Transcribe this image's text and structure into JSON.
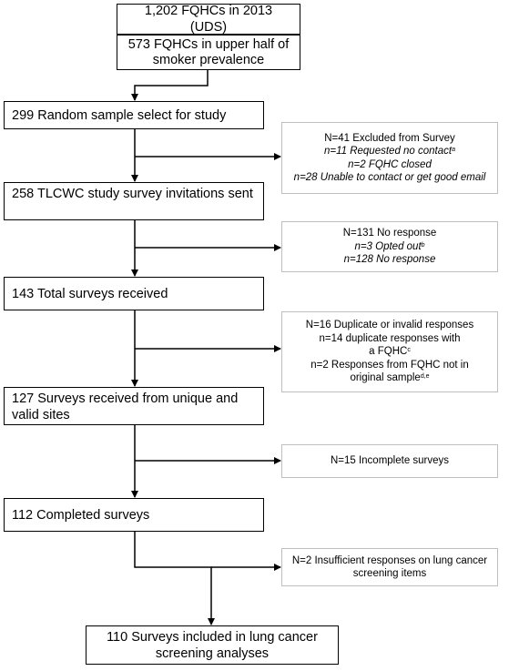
{
  "flow": {
    "b1": "1,202 FQHCs in 2013 (UDS)",
    "b2": "573 FQHCs in upper half of smoker prevalence",
    "b3": "299 Random sample select for study",
    "b4": "258 TLCWC study survey invitations sent",
    "b5": "143 Total surveys received",
    "b6": "127 Surveys received from unique and valid sites",
    "b7": "112 Completed surveys",
    "b8": "110 Surveys included in lung cancer screening analyses"
  },
  "exclusions": {
    "e1": {
      "head": "N=41 Excluded from Survey",
      "l1": "n=11 Requested no contact",
      "l1_sup": "a",
      "l2": "n=2 FQHC closed",
      "l3": "n=28 Unable to contact or get good email"
    },
    "e2": {
      "head": "N=131 No response",
      "l1": "n=3 Opted out",
      "l1_sup": "b",
      "l2": "n=128 No response"
    },
    "e3": {
      "head": "N=16 Duplicate or invalid responses",
      "l1": "n=14 duplicate responses with a FQHC",
      "l1_sup": "c",
      "l2": "n=2 Responses from FQHC not in original sample",
      "l2_sup": "d,e"
    },
    "e4": {
      "head": "N=15 Incomplete surveys"
    },
    "e5": {
      "head": "N=2 Insufficient responses on lung cancer screening items"
    }
  }
}
